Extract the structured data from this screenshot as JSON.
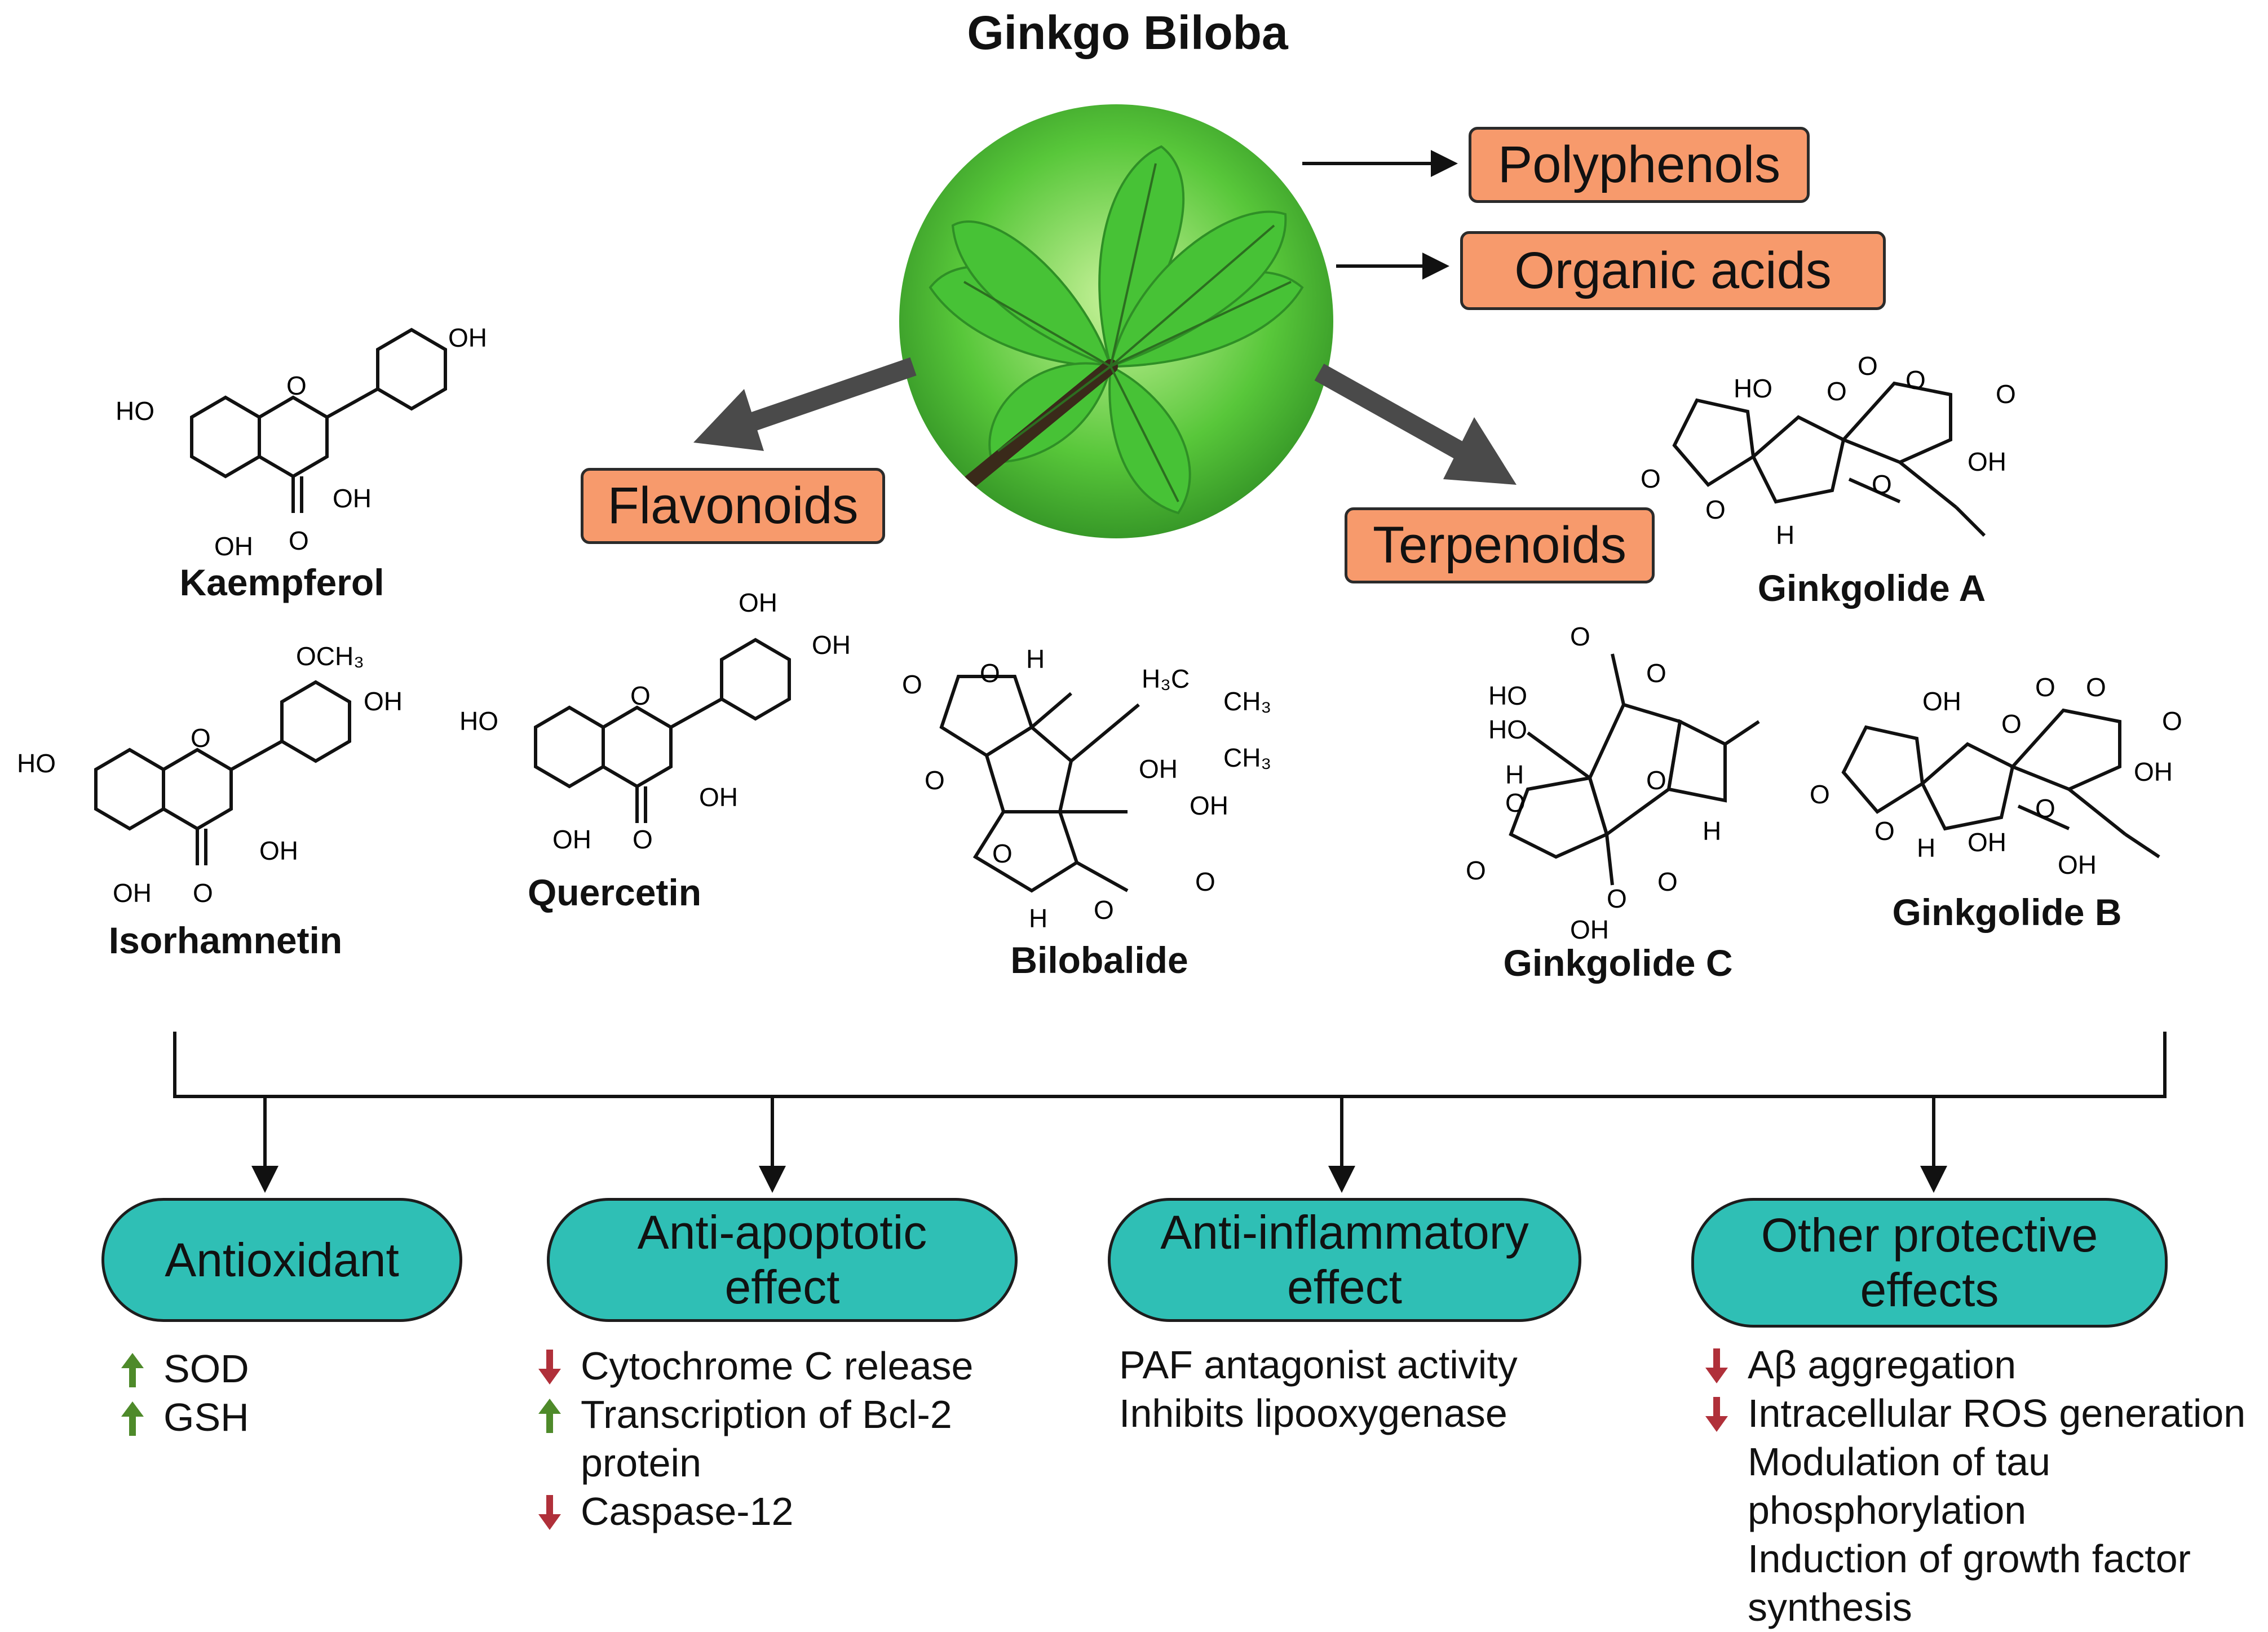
{
  "title": "Ginkgo Biloba",
  "sources_right": [
    "Polyphenols",
    "Organic acids"
  ],
  "categories": {
    "flavonoids": "Flavonoids",
    "terpenoids": "Terpenoids"
  },
  "compounds": {
    "kaempferol": "Kaempferol",
    "isorhamnetin": "Isorhamnetin",
    "quercetin": "Quercetin",
    "bilobalide": "Bilobalide",
    "ginkgolide_a": "Ginkgolide A",
    "ginkgolide_b": "Ginkgolide B",
    "ginkgolide_c": "Ginkgolide C"
  },
  "atom_labels": {
    "ho": "HO",
    "oh": "OH",
    "o": "O",
    "h": "H",
    "och3": "OCH₃",
    "h3c": "H₃C",
    "ch3": "CH₃"
  },
  "effects": [
    {
      "label": "Antioxidant",
      "items": [
        {
          "dir": "up",
          "text": "SOD"
        },
        {
          "dir": "up",
          "text": "GSH"
        }
      ]
    },
    {
      "label": "Anti-apoptotic effect",
      "items": [
        {
          "dir": "down",
          "text": "Cytochrome C release"
        },
        {
          "dir": "up",
          "text": "Transcription of Bcl-2 protein"
        },
        {
          "dir": "down",
          "text": "Caspase-12"
        }
      ]
    },
    {
      "label": "Anti-inflammatory effect",
      "items": [
        {
          "dir": "none",
          "text": "PAF antagonist activity"
        },
        {
          "dir": "none",
          "text": "Inhibits lipooxygenase"
        }
      ]
    },
    {
      "label": "Other protective effects",
      "items": [
        {
          "dir": "down",
          "text": "Aβ aggregation"
        },
        {
          "dir": "down",
          "text": "Intracellular ROS generation"
        },
        {
          "dir": "none",
          "text": "Modulation of tau phosphorylation"
        },
        {
          "dir": "none",
          "text": "Induction of growth factor synthesis"
        }
      ]
    }
  ],
  "colors": {
    "orange_box": "#f79a6c",
    "teal_box": "#2fbfb5",
    "up_arrow": "#4e8a2a",
    "down_arrow": "#b0303a",
    "leaf_green": "#3fbf3a"
  }
}
